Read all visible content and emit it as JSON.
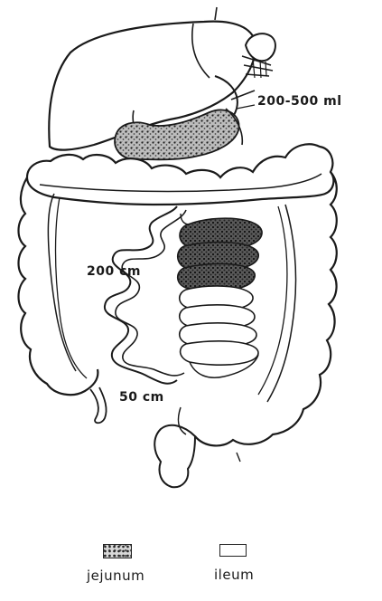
{
  "labels": {
    "volume": "200-500 ml",
    "small_intestine_length": "200 cm",
    "ileum_length": "50 cm"
  },
  "legend": {
    "jejunum": "jejunum",
    "ileum": "ileum"
  },
  "colors": {
    "ink": "#1a1a1a",
    "jejunum_fill": "#3c3c3c",
    "background": "#ffffff"
  }
}
